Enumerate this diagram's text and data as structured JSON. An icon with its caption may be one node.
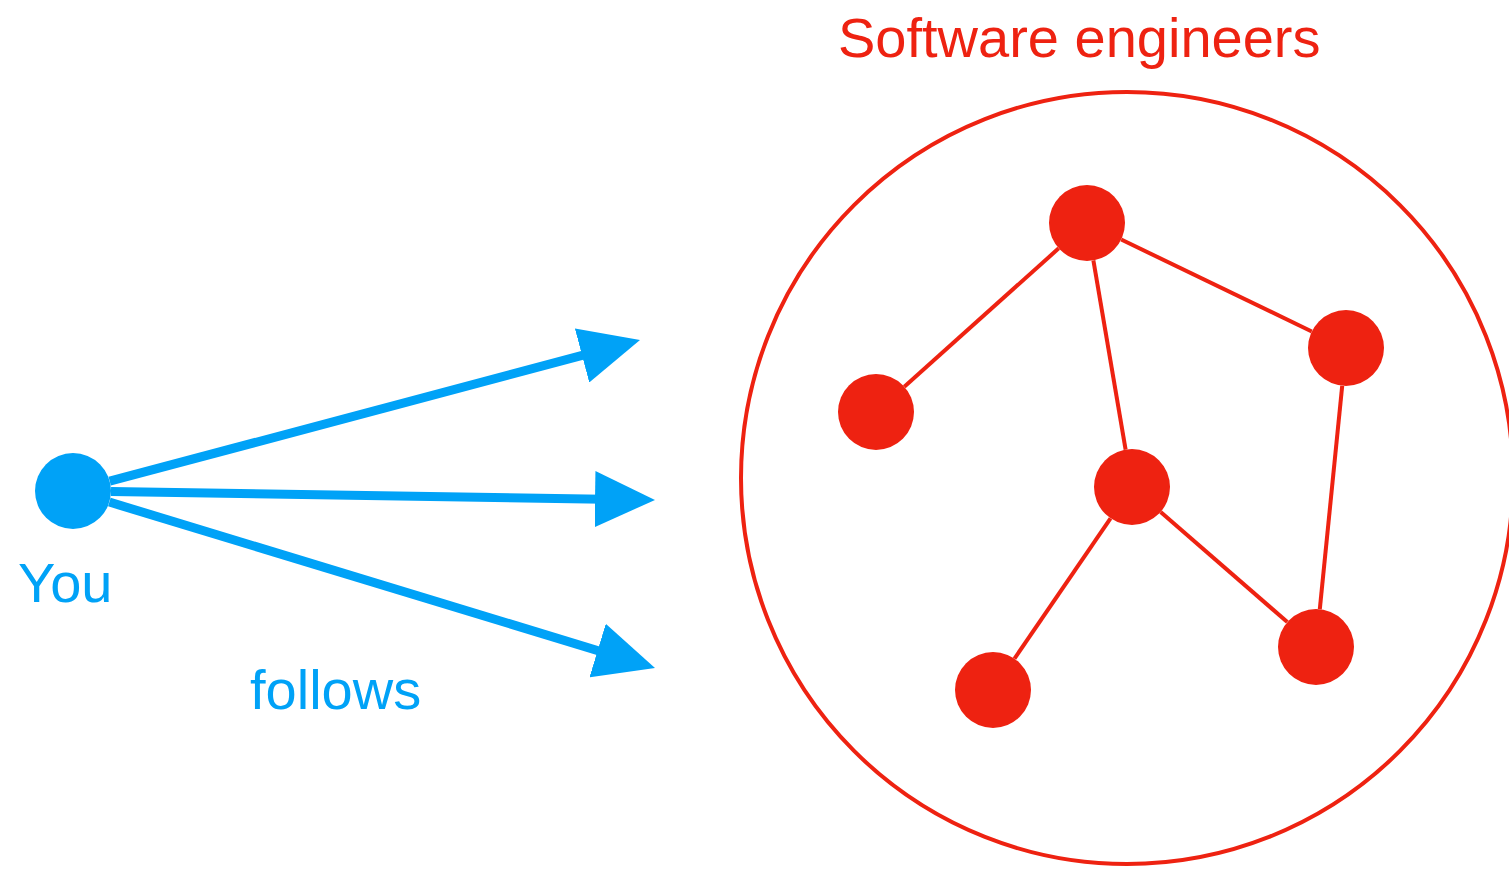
{
  "diagram": {
    "nodes": [
      {
        "text": [
          "You"
        ]
      },
      {
        "text": [
          "Software engineers"
        ]
      },
      {
        "text": [],
        "shape": "circle",
        "in": 1
      },
      {
        "text": [],
        "shape": "circle",
        "in": 1
      },
      {
        "text": [],
        "shape": "circle",
        "in": 1
      },
      {
        "text": [],
        "shape": "circle",
        "in": 1
      },
      {
        "text": [],
        "shape": "circle",
        "in": 1
      },
      {
        "text": [],
        "shape": "circle",
        "in": 1
      }
    ],
    "edges": [
      {
        "from": 0,
        "to": null,
        "arrow": "to",
        "style": "thick",
        "color": "#00a2f7"
      },
      {
        "from": 0,
        "to": null,
        "arrow": "to",
        "style": "thick",
        "color": "#00a2f7"
      },
      {
        "from": 0,
        "to": null,
        "arrow": "to",
        "style": "thick",
        "color": "#00a2f7",
        "label": "follows"
      },
      {
        "from": 2,
        "to": 4,
        "arrow": "none",
        "color": "#ee2211"
      },
      {
        "from": 2,
        "to": 3,
        "arrow": "none",
        "color": "#ee2211"
      },
      {
        "from": 2,
        "to": 5,
        "arrow": "none",
        "color": "#ee2211"
      },
      {
        "from": 3,
        "to": 6,
        "arrow": "none",
        "color": "#ee2211"
      },
      {
        "from": 5,
        "to": 7,
        "arrow": "none",
        "color": "#ee2211"
      },
      {
        "from": 5,
        "to": 6,
        "arrow": "none",
        "color": "#ee2211"
      }
    ]
  }
}
